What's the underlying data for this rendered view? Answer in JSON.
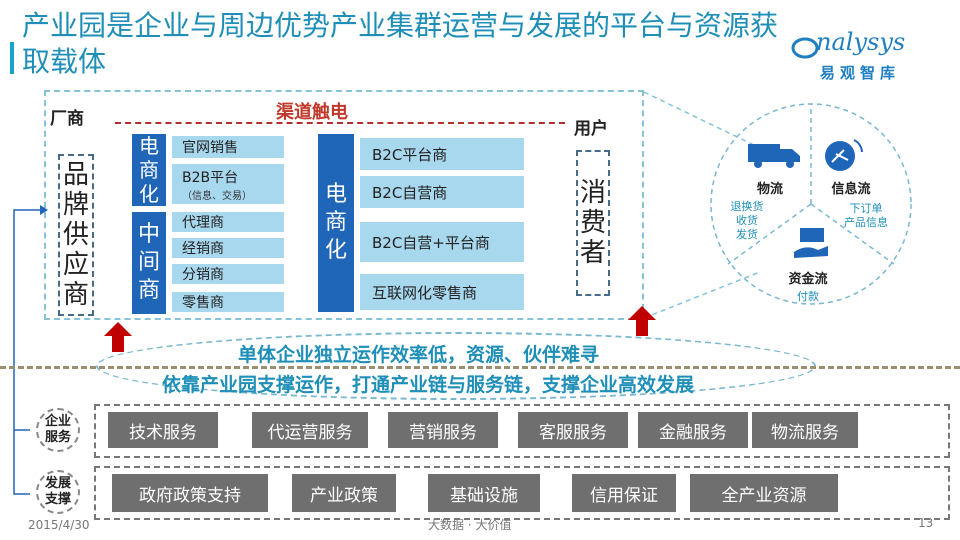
{
  "header": {
    "title": "产业园是企业与周边优势产业集群运营与发展的平台与资源获取载体",
    "logo_text": "nalysys",
    "logo_sub": "易观智库"
  },
  "diagram": {
    "manufacturer_label": "厂商",
    "channel_label": "渠道触电",
    "user_label": "用户",
    "brand_supplier": [
      "品",
      "牌",
      "供",
      "应",
      "商"
    ],
    "consumer": [
      "消",
      "费",
      "者"
    ],
    "ecommerce_left": [
      "电",
      "商",
      "化"
    ],
    "intermediary": [
      "中",
      "间",
      "商"
    ],
    "ecommerce_right": [
      "电",
      "商",
      "化"
    ],
    "ecom_items": {
      "official": "官网销售",
      "b2b": "B2B平台",
      "b2b_sub": "（信息、交易）"
    },
    "intermediary_items": [
      "代理商",
      "经销商",
      "分销商",
      "零售商"
    ],
    "right_items": [
      "B2C平台商",
      "B2C自营商",
      "B2C自营+平台商",
      "互联网化零售商"
    ],
    "circle": {
      "logistics": "物流",
      "logistics_sub": [
        "退换货",
        "收货",
        "发货"
      ],
      "info": "信息流",
      "info_sub": [
        "下订单",
        "产品信息"
      ],
      "capital": "资金流",
      "capital_sub": "付款"
    }
  },
  "slogans": {
    "line1": "单体企业独立运作效率低，资源、伙伴难寻",
    "line2": "依靠产业园支撑运作，打通产业链与服务链，支撑企业高效发展"
  },
  "enterprise_services": {
    "label": [
      "企业",
      "服务"
    ],
    "items": [
      "技术服务",
      "代运营服务",
      "营销服务",
      "客服服务",
      "金融服务",
      "物流服务"
    ]
  },
  "development_support": {
    "label": [
      "发展",
      "支撑"
    ],
    "items": [
      "政府政策支持",
      "产业政策",
      "基础设施",
      "信用保证",
      "全产业资源"
    ]
  },
  "footer": {
    "date": "2015/4/30",
    "center": "大数据 · 大价值",
    "page": "13"
  },
  "colors": {
    "accent": "#1f8fb8",
    "dark_blue": "#1f66b8",
    "light_blue": "#a8d8ee",
    "gray": "#6f6f6f",
    "red": "#c0392b"
  }
}
